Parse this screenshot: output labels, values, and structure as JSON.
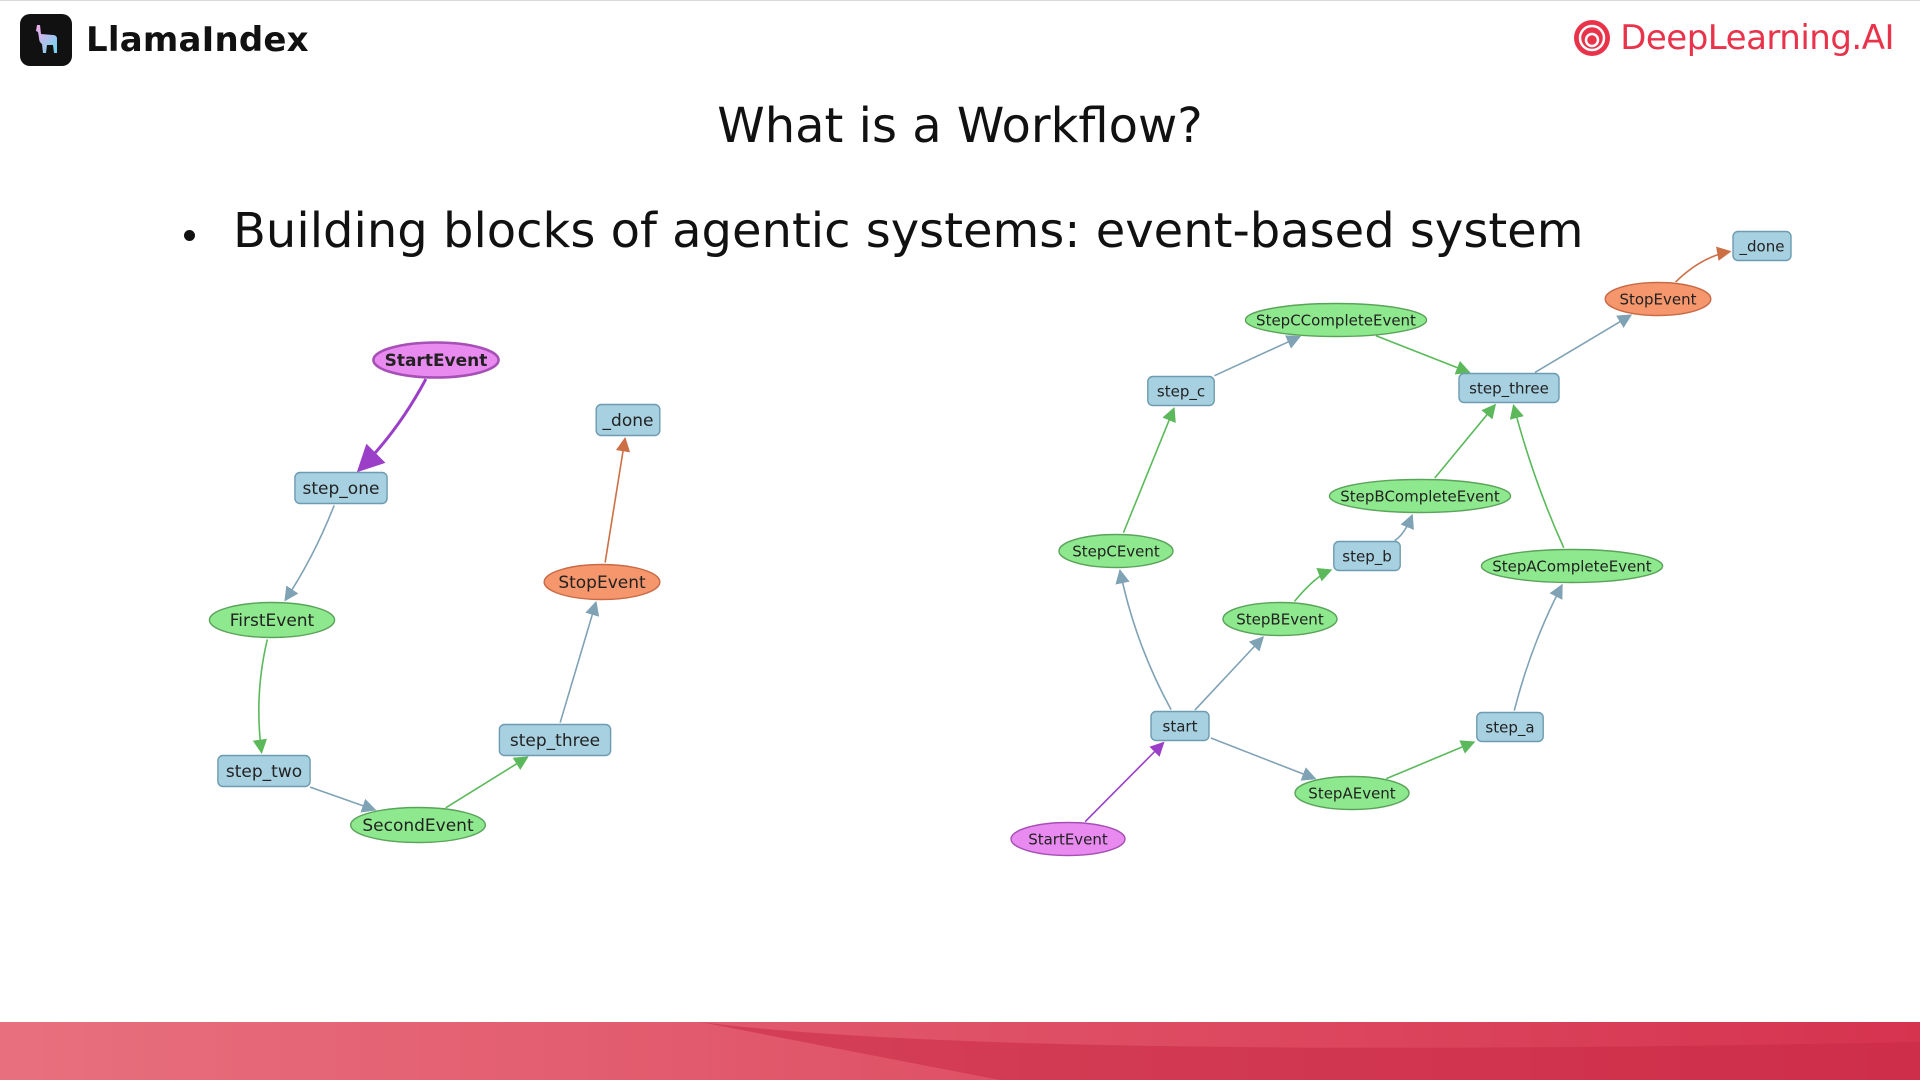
{
  "brand": {
    "left_logo": "LlamaIndex",
    "right_logo": "DeepLearning.AI"
  },
  "slide": {
    "title": "What is a Workflow?",
    "bullet": "Building blocks of agentic systems: event-based system"
  },
  "colors": {
    "event_green": "#8ee98e",
    "step_blue": "#a7d0e0",
    "stop_orange": "#f6966c",
    "start_purple": "#e98af0",
    "footer_red": "#d6334f"
  },
  "diagram_left": {
    "nodes": [
      {
        "id": "StartEvent",
        "label": "StartEvent",
        "kind": "start",
        "bold": true
      },
      {
        "id": "step_one",
        "label": "step_one",
        "kind": "step"
      },
      {
        "id": "FirstEvent",
        "label": "FirstEvent",
        "kind": "event"
      },
      {
        "id": "step_two",
        "label": "step_two",
        "kind": "step"
      },
      {
        "id": "SecondEvent",
        "label": "SecondEvent",
        "kind": "event"
      },
      {
        "id": "step_three",
        "label": "step_three",
        "kind": "step"
      },
      {
        "id": "StopEvent",
        "label": "StopEvent",
        "kind": "stop"
      },
      {
        "id": "_done",
        "label": "_done",
        "kind": "step"
      }
    ],
    "edges": [
      [
        "StartEvent",
        "step_one"
      ],
      [
        "step_one",
        "FirstEvent"
      ],
      [
        "FirstEvent",
        "step_two"
      ],
      [
        "step_two",
        "SecondEvent"
      ],
      [
        "SecondEvent",
        "step_three"
      ],
      [
        "step_three",
        "StopEvent"
      ],
      [
        "StopEvent",
        "_done"
      ]
    ]
  },
  "diagram_right": {
    "nodes": [
      {
        "id": "StartEvent",
        "label": "StartEvent",
        "kind": "start"
      },
      {
        "id": "start",
        "label": "start",
        "kind": "step"
      },
      {
        "id": "StepCEvent",
        "label": "StepCEvent",
        "kind": "event"
      },
      {
        "id": "StepBEvent",
        "label": "StepBEvent",
        "kind": "event"
      },
      {
        "id": "StepAEvent",
        "label": "StepAEvent",
        "kind": "event"
      },
      {
        "id": "step_c",
        "label": "step_c",
        "kind": "step"
      },
      {
        "id": "step_b",
        "label": "step_b",
        "kind": "step"
      },
      {
        "id": "step_a",
        "label": "step_a",
        "kind": "step"
      },
      {
        "id": "StepCCompleteEvent",
        "label": "StepCCompleteEvent",
        "kind": "event"
      },
      {
        "id": "StepBCompleteEvent",
        "label": "StepBCompleteEvent",
        "kind": "event"
      },
      {
        "id": "StepACompleteEvent",
        "label": "StepACompleteEvent",
        "kind": "event"
      },
      {
        "id": "step_three",
        "label": "step_three",
        "kind": "step"
      },
      {
        "id": "StopEvent",
        "label": "StopEvent",
        "kind": "stop"
      },
      {
        "id": "_done",
        "label": "_done",
        "kind": "step"
      }
    ],
    "edges": [
      [
        "StartEvent",
        "start"
      ],
      [
        "start",
        "StepCEvent"
      ],
      [
        "start",
        "StepBEvent"
      ],
      [
        "start",
        "StepAEvent"
      ],
      [
        "StepCEvent",
        "step_c"
      ],
      [
        "StepBEvent",
        "step_b"
      ],
      [
        "StepAEvent",
        "step_a"
      ],
      [
        "step_c",
        "StepCCompleteEvent"
      ],
      [
        "step_b",
        "StepBCompleteEvent"
      ],
      [
        "step_a",
        "StepACompleteEvent"
      ],
      [
        "StepCCompleteEvent",
        "step_three"
      ],
      [
        "StepBCompleteEvent",
        "step_three"
      ],
      [
        "StepACompleteEvent",
        "step_three"
      ],
      [
        "step_three",
        "StopEvent"
      ],
      [
        "StopEvent",
        "_done"
      ]
    ]
  }
}
